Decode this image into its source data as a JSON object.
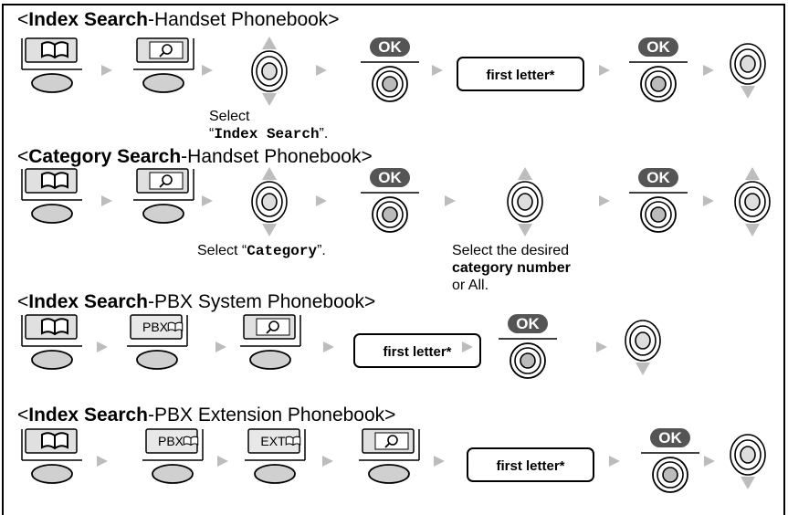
{
  "sections": [
    {
      "title_bold": "Index Search",
      "title_rest": "-Handset Phonebook>",
      "steps": [
        {
          "type": "book"
        },
        {
          "type": "search"
        },
        {
          "type": "nav"
        },
        {
          "type": "ok",
          "label": "OK"
        },
        {
          "type": "box",
          "label": "first letter*"
        },
        {
          "type": "ok",
          "label": "OK"
        },
        {
          "type": "navdown"
        }
      ],
      "captions": [
        {
          "plain": "Select",
          "line2_open": "“",
          "mono": "Index Search",
          "line2_close": "”."
        }
      ]
    },
    {
      "title_bold": "Category Search",
      "title_rest": "-Handset Phonebook>",
      "steps": [
        {
          "type": "book"
        },
        {
          "type": "search"
        },
        {
          "type": "nav"
        },
        {
          "type": "ok",
          "label": "OK"
        },
        {
          "type": "nav"
        },
        {
          "type": "ok",
          "label": "OK"
        },
        {
          "type": "nav"
        }
      ],
      "captions": [
        {
          "pre": "Select “",
          "mono": "Category",
          "post": "”."
        },
        {
          "line1": "Select the desired",
          "bold": "category number",
          "line3": "or All."
        }
      ]
    },
    {
      "title_bold": "Index Search",
      "title_rest": "-PBX System Phonebook>",
      "steps": [
        {
          "type": "book"
        },
        {
          "type": "pbx",
          "label": "PBX"
        },
        {
          "type": "search"
        },
        {
          "type": "box",
          "label": "first letter*"
        },
        {
          "type": "ok",
          "label": "OK"
        },
        {
          "type": "navdown"
        }
      ]
    },
    {
      "title_bold": "Index Search",
      "title_rest": "-PBX Extension Phonebook>",
      "steps": [
        {
          "type": "book"
        },
        {
          "type": "pbx",
          "label": "PBX"
        },
        {
          "type": "ext",
          "label": "EXT"
        },
        {
          "type": "search"
        },
        {
          "type": "box",
          "label": "first letter*"
        },
        {
          "type": "ok",
          "label": "OK"
        },
        {
          "type": "navdown"
        }
      ]
    }
  ],
  "open_bracket": "<"
}
